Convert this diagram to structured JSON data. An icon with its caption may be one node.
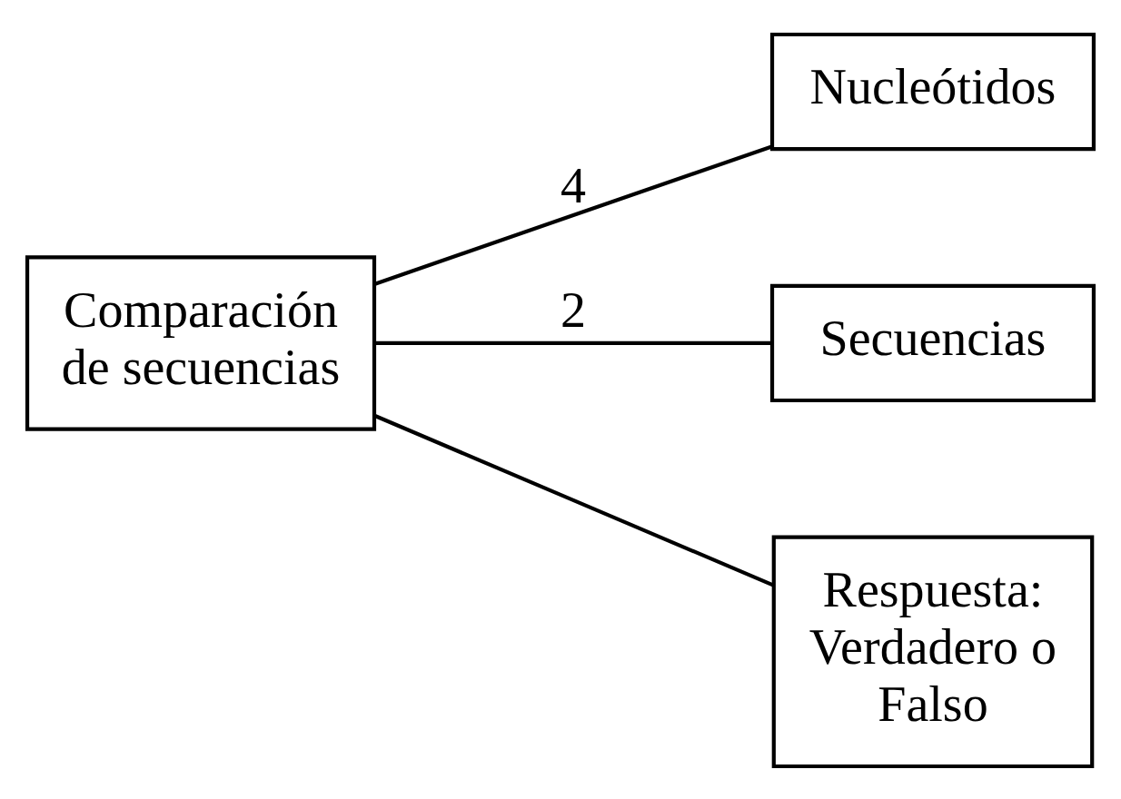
{
  "diagram": {
    "nodes": [
      {
        "text": [
          "Comparación de secuencias"
        ]
      },
      {
        "text": [
          "Nucleótidos"
        ]
      },
      {
        "text": [
          "Secuencias"
        ]
      },
      {
        "text": [
          "Respuesta: Verdadero o Falso"
        ]
      }
    ],
    "edges": [
      {
        "from": 0,
        "to": 1,
        "arrow": "none",
        "label": "4"
      },
      {
        "from": 0,
        "to": 2,
        "arrow": "none",
        "label": "2"
      },
      {
        "from": 0,
        "to": 3,
        "arrow": "none"
      }
    ]
  }
}
